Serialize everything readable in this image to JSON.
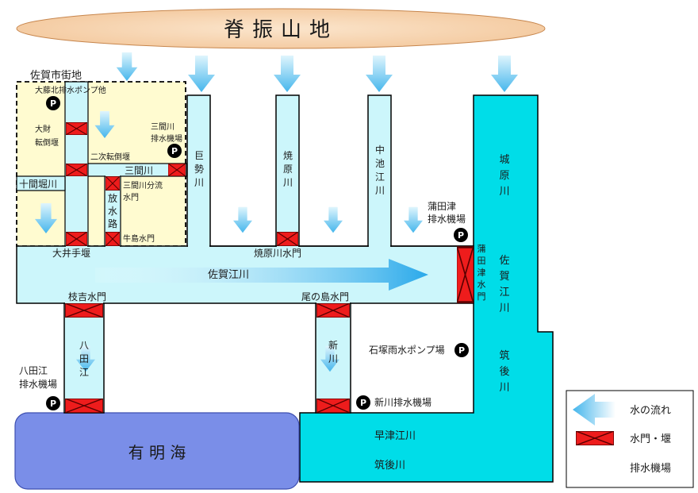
{
  "title": "脊振山地",
  "labels": {
    "saga_city": "佐賀市街地",
    "ofuji_pump": "大藤北排水ポンプ他",
    "ozai_weir": [
      "大財",
      "転倒堰"
    ],
    "niji_weir": "二次転倒堰",
    "sangen_pump": [
      "三間川",
      "排水機場"
    ],
    "sangen_river": "三間川",
    "jikken_river": "十間堀川",
    "hosui_ro": [
      "放",
      "水",
      "路"
    ],
    "sangen_branch": [
      "三間川分流",
      "水門"
    ],
    "ushijima_gate": "牛島水門",
    "ooi_weir": "大井手堰",
    "kose_river": [
      "巨",
      "勢",
      "川"
    ],
    "yakihara_river": [
      "焼",
      "原",
      "川"
    ],
    "nakaike_river": [
      "中",
      "池",
      "江",
      "川"
    ],
    "kamatazu_pump": [
      "蒲田津",
      "排水機場"
    ],
    "kamatazu_gate": [
      "蒲",
      "田",
      "津",
      "水",
      "門"
    ],
    "jobaru_river": [
      "城",
      "原",
      "川"
    ],
    "sagae_right": [
      "佐",
      "賀",
      "江",
      "川"
    ],
    "chikugo_right": [
      "筑",
      "後",
      "川"
    ],
    "yakihara_gate": "焼原川水門",
    "sagae_main": "佐賀江川",
    "edayoshi_gate": "枝吉水門",
    "onoshima_gate": "尾の島水門",
    "hatae_river": [
      "八",
      "田",
      "江"
    ],
    "hatae_pump": [
      "八田江",
      "排水機場"
    ],
    "shin_river": [
      "新",
      "川"
    ],
    "ishizuka_pump": "石塚雨水ポンプ場",
    "shinkawa_pump": "新川排水機場",
    "ariake": "有 明 海",
    "hayatsue": "早津江川",
    "chikugo_bottom": "筑後川",
    "pump_symbol": "P"
  },
  "legend": {
    "flow": "水の流れ",
    "gate": "水門・堰",
    "pump": "排水機場"
  },
  "colors": {
    "river": "#ccf6fb",
    "river_edge": "#000000",
    "big_river": "#00dde8",
    "sea": "#7a8ee8",
    "town": "#fffbd0",
    "mountain": "#f9d7b3",
    "gate": "#ee1c1c",
    "arrow": "#5fc3ef"
  }
}
